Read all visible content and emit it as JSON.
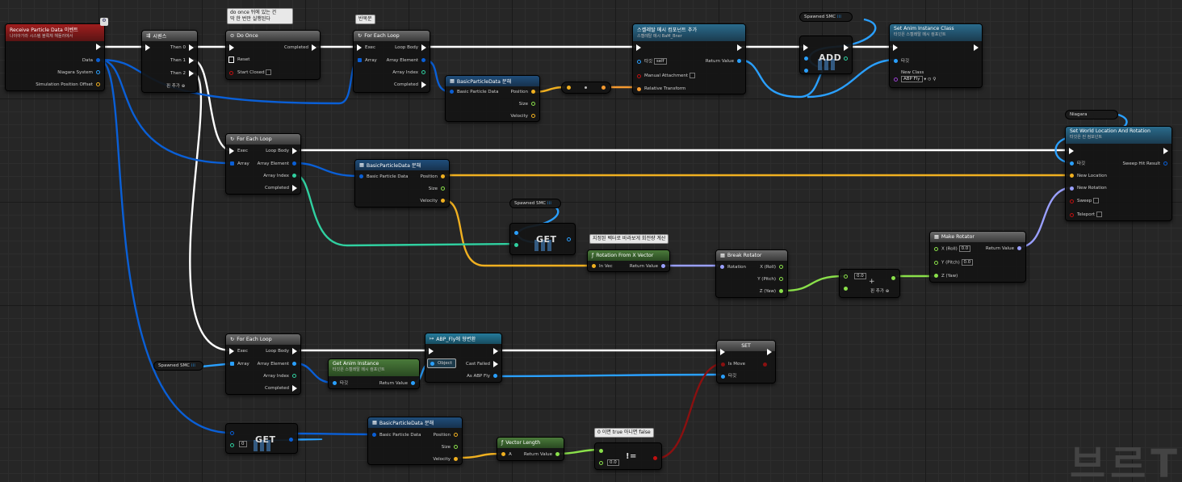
{
  "nodes": {
    "event": {
      "title": "Receive Particle Data 이벤트",
      "subtitle": "나이아가라 시스템 블록체 해들러에서",
      "pins": [
        "Data",
        "Niagara System",
        "Simulation Position Offset"
      ]
    },
    "sequence": {
      "title": "시퀀스",
      "pins": [
        "Then 0",
        "Then 1",
        "Then 2"
      ],
      "add_pin": "핀 추가"
    },
    "do_once": {
      "title": "Do Once",
      "pins": [
        "Reset",
        "Start Closed",
        "Completed"
      ]
    },
    "loop1": {
      "title": "For Each Loop",
      "pins": [
        "Exec",
        "Array",
        "Loop Body",
        "Array Element",
        "Array Index",
        "Completed"
      ]
    },
    "break1": {
      "title": "BasicParticleData 분해",
      "pins": [
        "Basic Particle Data",
        "Position",
        "Size",
        "Velocity"
      ]
    },
    "add_comp": {
      "title": "스켈레탈 메시 컴포넌트 추가",
      "subtitle": "스켈레탈 메시 BaM_Bner",
      "pins": [
        "타깃",
        "Manual Attachment",
        "Relative Transform",
        "Return Value"
      ],
      "target_value": "self"
    },
    "set_anim": {
      "title": "Set Anim Instance Class",
      "subtitle": "타깃은 스켈레탈 메시 컴포넌트",
      "pins": [
        "타깃",
        "New Class"
      ],
      "class_value": "ABP Fly"
    },
    "add_array": {
      "label": "ADD"
    },
    "loop2": {
      "title": "For Each Loop",
      "pins": [
        "Exec",
        "Array",
        "Loop Body",
        "Array Element",
        "Array Index",
        "Completed"
      ]
    },
    "break2": {
      "title": "BasicParticleData 분해",
      "pins": [
        "Basic Particle Data",
        "Position",
        "Size",
        "Velocity"
      ]
    },
    "set_world": {
      "title": "Set World Location And Rotation",
      "subtitle": "타깃은 씬 컴포넌트",
      "pins": [
        "타깃",
        "New Location",
        "New Rotation",
        "Sweep",
        "Teleport",
        "Sweep Hit Result"
      ]
    },
    "get1": {
      "label": "GET"
    },
    "rot_from_x": {
      "title": "Rotation From X Vector",
      "pins": [
        "In Vec",
        "Return Value"
      ]
    },
    "break_rot": {
      "title": "Break Rotator",
      "pins": [
        "Rotation",
        "X (Roll)",
        "Y (Pitch)",
        "Z (Yaw)"
      ]
    },
    "add_float": {
      "value": "0.0",
      "add_pin": "핀 추가"
    },
    "make_rot": {
      "title": "Make Rotator",
      "pins": [
        "X (Roll)",
        "Y (Pitch)",
        "Z (Yaw)",
        "Return Value"
      ],
      "x_value": "0.0",
      "y_value": "0.0"
    },
    "loop3": {
      "title": "For Each Loop",
      "pins": [
        "Exec",
        "Array",
        "Loop Body",
        "Array Element",
        "Array Index",
        "Completed"
      ]
    },
    "get_anim": {
      "title": "Get Anim Instance",
      "subtitle": "타깃은 스켈레탈 메시 컴포넌트",
      "pins": [
        "타깃",
        "Return Value"
      ]
    },
    "cast": {
      "title": "ABP_Fly에 형변환",
      "pins": [
        "Object",
        "Cast Failed",
        "As ABP Fly"
      ]
    },
    "set_var": {
      "title": "SET",
      "pins": [
        "Is Move",
        "타깃"
      ]
    },
    "get2": {
      "label": "GET",
      "index": "0"
    },
    "break3": {
      "title": "BasicParticleData 분해",
      "pins": [
        "Basic Particle Data",
        "Position",
        "Size",
        "Velocity"
      ]
    },
    "vec_len": {
      "title": "Vector Length",
      "pins": [
        "A",
        "Return Value"
      ]
    },
    "not_equal": {
      "label": "!=",
      "value": "0.0"
    }
  },
  "vars": {
    "spawned1": "Spawned SMC",
    "spawned2": "Spawned SMC",
    "spawned3": "Spawned SMC",
    "niagara": "Niagara"
  },
  "comments": {
    "do_once": "do once 뒤에 있는 건\n딱 한 번만 실행된다",
    "loop": "반복문",
    "rot": "지정된 벡터로 바라보게 회전량 계산",
    "neq": "0 이면 true 아니면 false"
  },
  "watermark": "브르T",
  "colors": {
    "exec": "#ffffff",
    "struct": "#0a5fd6",
    "vector": "#f0b020",
    "rotator": "#9aa0ff",
    "float": "#8ae04a",
    "int": "#30d0a0",
    "bool": "#8a1010",
    "object": "#2aa0ff"
  }
}
